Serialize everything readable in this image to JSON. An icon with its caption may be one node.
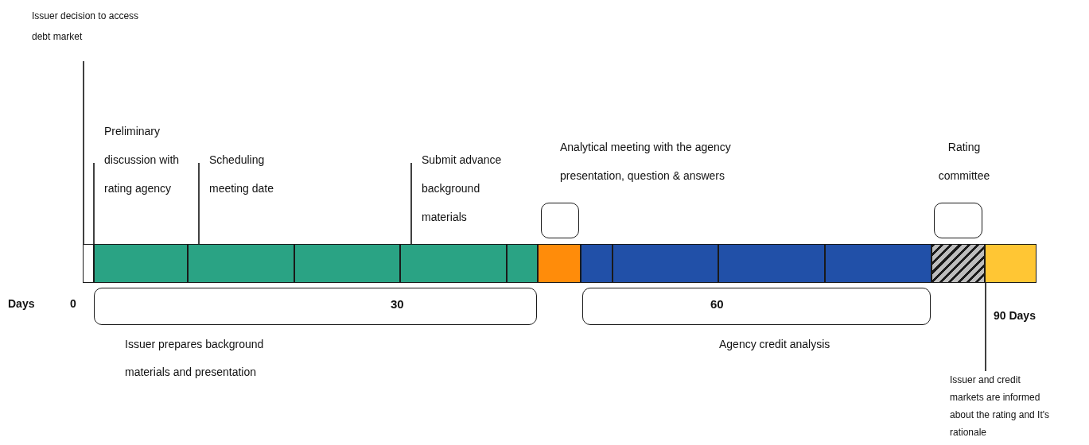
{
  "diagram": {
    "nodes": [
      {
        "text": [
          "Issuer decision to access debt market"
        ]
      },
      {
        "text": [
          "Preliminary discussion with rating agency"
        ]
      },
      {
        "text": [
          "Scheduling meeting date"
        ]
      },
      {
        "text": [
          "Submit advance background materials"
        ]
      },
      {
        "text": [],
        "shape": "box"
      },
      {
        "text": [],
        "shape": "box"
      },
      {
        "text": [],
        "shape": "bar"
      },
      {
        "text": [],
        "shape": "bar"
      },
      {
        "text": [],
        "shape": "bar"
      },
      {
        "text": [],
        "shape": "bar"
      },
      {
        "text": [],
        "shape": "bar"
      },
      {
        "text": [],
        "shape": "bar"
      },
      {
        "text": [],
        "shape": "bar"
      },
      {
        "text": [],
        "shape": "bar"
      },
      {
        "text": [],
        "shape": "bar"
      },
      {
        "text": [],
        "shape": "bar"
      },
      {
        "text": [],
        "shape": "bar"
      },
      {
        "text": [],
        "shape": "bar"
      },
      {
        "text": [],
        "shape": "bar"
      },
      {
        "text": [
          "30"
        ],
        "beside": [
          "Issuer prepares background materials and presentation"
        ]
      },
      {
        "text": [
          "60"
        ],
        "beside": [
          "Agency credit analysis"
        ]
      },
      {
        "text": [
          "Issuer and credit markets are informed about the rating and It's rationale"
        ]
      }
    ],
    "edges": [
      {
        "from": 0,
        "to": 6,
        "arrow": "none"
      },
      {
        "from": 1,
        "to": 7,
        "arrow": "none"
      },
      {
        "from": 2,
        "to": 8,
        "arrow": "none"
      },
      {
        "from": 3,
        "to": 10,
        "arrow": "none"
      },
      {
        "from": 21,
        "to": 18,
        "arrow": "none"
      }
    ],
    "labels": [
      "Analytical meeting with the agency presentation, question & answers",
      "Rating committee",
      "Days",
      "0",
      "90 Days"
    ]
  }
}
